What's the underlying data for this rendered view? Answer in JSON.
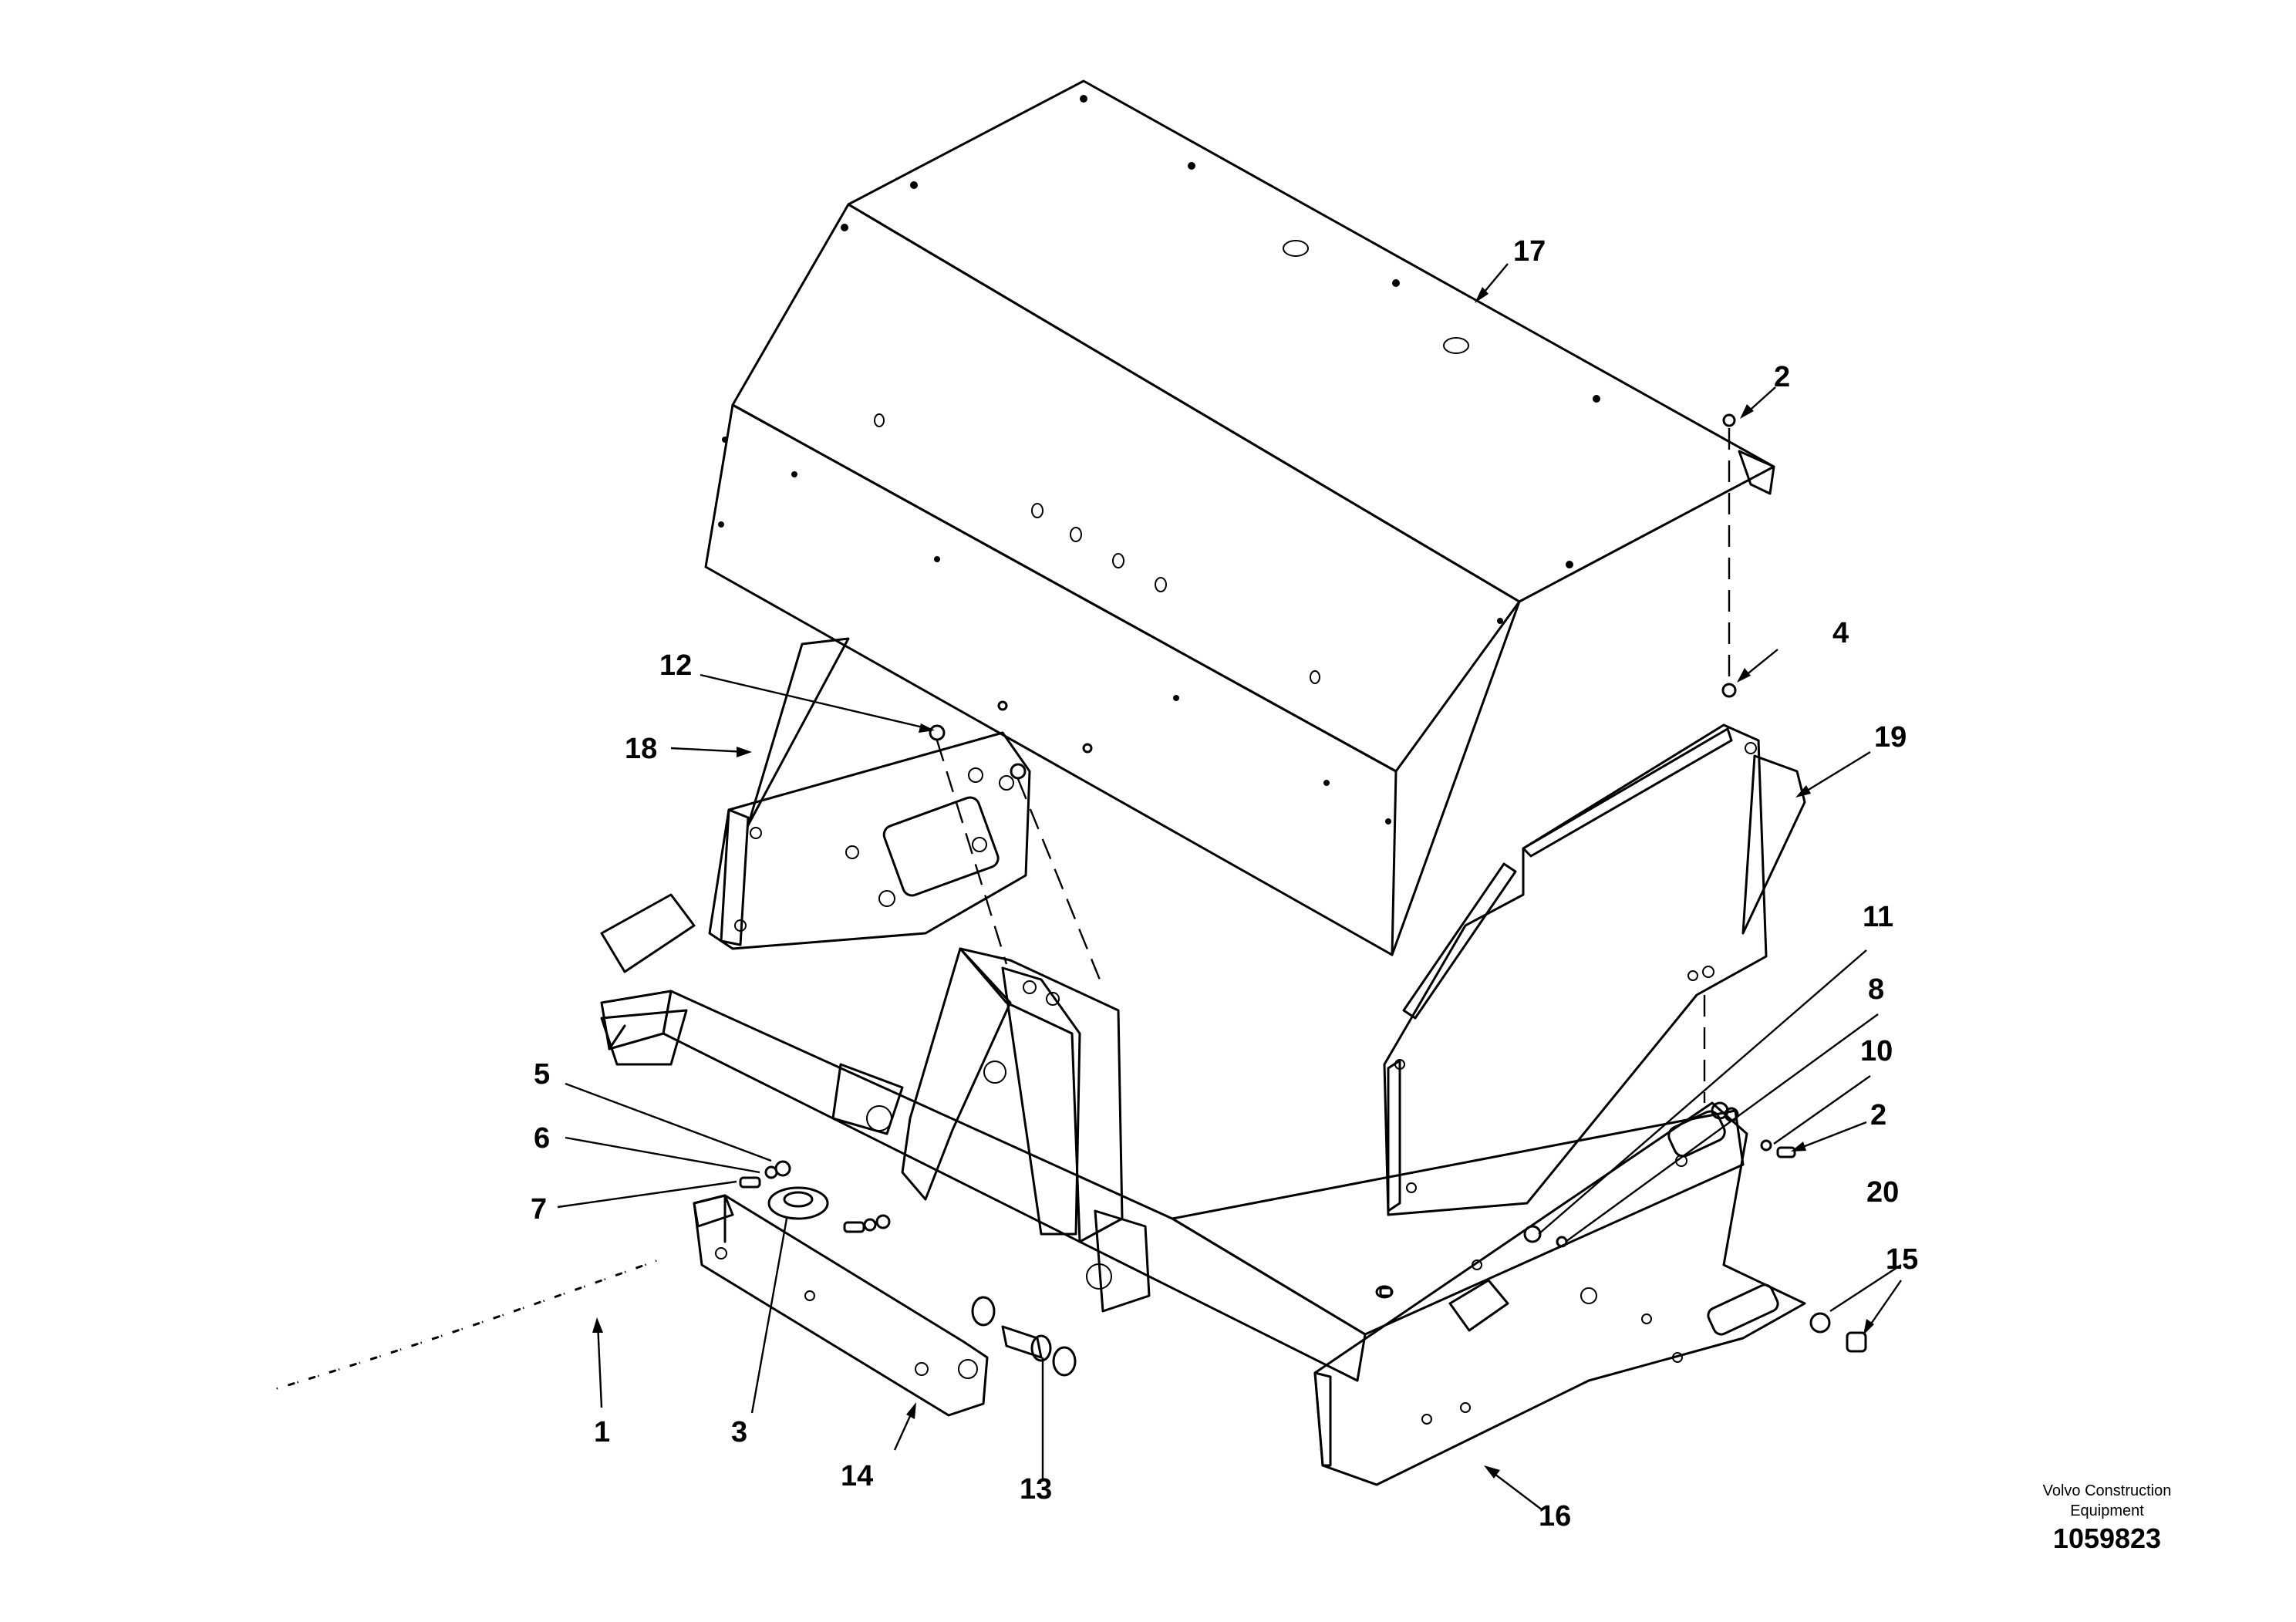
{
  "callouts": [
    {
      "id": "c1",
      "label": "1"
    },
    {
      "id": "c2a",
      "label": "2"
    },
    {
      "id": "c2b",
      "label": "2"
    },
    {
      "id": "c3",
      "label": "3"
    },
    {
      "id": "c4",
      "label": "4"
    },
    {
      "id": "c5",
      "label": "5"
    },
    {
      "id": "c6",
      "label": "6"
    },
    {
      "id": "c7",
      "label": "7"
    },
    {
      "id": "c8",
      "label": "8"
    },
    {
      "id": "c10",
      "label": "10"
    },
    {
      "id": "c11",
      "label": "11"
    },
    {
      "id": "c12",
      "label": "12"
    },
    {
      "id": "c13",
      "label": "13"
    },
    {
      "id": "c14",
      "label": "14"
    },
    {
      "id": "c15",
      "label": "15"
    },
    {
      "id": "c16",
      "label": "16"
    },
    {
      "id": "c17",
      "label": "17"
    },
    {
      "id": "c18",
      "label": "18"
    },
    {
      "id": "c19",
      "label": "19"
    },
    {
      "id": "c20",
      "label": "20"
    }
  ],
  "footer": {
    "maker_line1": "Volvo Construction",
    "maker_line2": "Equipment",
    "drawing_number": "1059823"
  }
}
